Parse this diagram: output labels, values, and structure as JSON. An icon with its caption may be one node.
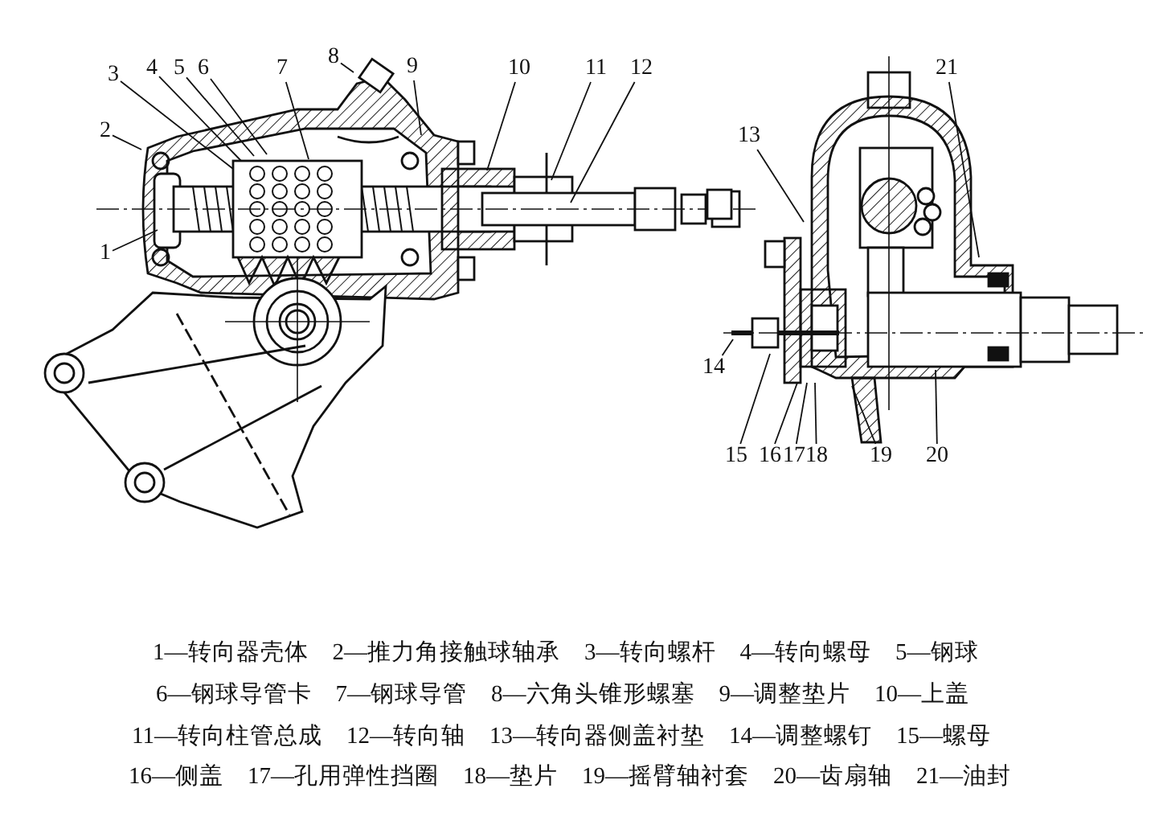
{
  "diagram": {
    "nodes": [
      {
        "text": [
          "1"
        ]
      },
      {
        "text": [
          "2"
        ]
      },
      {
        "text": [
          "3"
        ]
      },
      {
        "text": [
          "4"
        ]
      },
      {
        "text": [
          "5"
        ]
      },
      {
        "text": [
          "6"
        ]
      },
      {
        "text": [
          "7"
        ]
      },
      {
        "text": [
          "8"
        ]
      },
      {
        "text": [
          "9"
        ]
      },
      {
        "text": [
          "10"
        ]
      },
      {
        "text": [
          "11"
        ]
      },
      {
        "text": [
          "12"
        ]
      },
      {
        "text": [
          "13"
        ]
      },
      {
        "text": [
          "14"
        ]
      },
      {
        "text": [
          "15"
        ]
      },
      {
        "text": [
          "16"
        ]
      },
      {
        "text": [
          "17"
        ]
      },
      {
        "text": [
          "18"
        ]
      },
      {
        "text": [
          "19"
        ]
      },
      {
        "text": [
          "20"
        ]
      },
      {
        "text": [
          "21"
        ]
      }
    ],
    "edges": [
      {
        "from": 0,
        "to": null,
        "arrow": "none"
      },
      {
        "from": 1,
        "to": null,
        "arrow": "none"
      },
      {
        "from": 2,
        "to": null,
        "arrow": "none"
      },
      {
        "from": 3,
        "to": null,
        "arrow": "none"
      },
      {
        "from": 4,
        "to": null,
        "arrow": "none"
      },
      {
        "from": 5,
        "to": null,
        "arrow": "none"
      },
      {
        "from": 6,
        "to": null,
        "arrow": "none"
      },
      {
        "from": 7,
        "to": null,
        "arrow": "none"
      },
      {
        "from": 8,
        "to": null,
        "arrow": "none"
      },
      {
        "from": 9,
        "to": null,
        "arrow": "none"
      },
      {
        "from": 10,
        "to": null,
        "arrow": "none"
      },
      {
        "from": 11,
        "to": null,
        "arrow": "none"
      },
      {
        "from": 12,
        "to": null,
        "arrow": "none"
      },
      {
        "from": 13,
        "to": null,
        "arrow": "none"
      },
      {
        "from": 14,
        "to": null,
        "arrow": "none"
      },
      {
        "from": 15,
        "to": null,
        "arrow": "none"
      },
      {
        "from": 16,
        "to": null,
        "arrow": "none"
      },
      {
        "from": 17,
        "to": null,
        "arrow": "none"
      },
      {
        "from": 18,
        "to": null,
        "arrow": "none"
      },
      {
        "from": 19,
        "to": null,
        "arrow": "none"
      },
      {
        "from": 20,
        "to": null,
        "arrow": "none"
      }
    ],
    "labels": [
      "1—转向器壳体",
      "2—推力角接触球轴承",
      "3—转向螺杆",
      "4—转向螺母",
      "5—钢球",
      "6—钢球导管卡",
      "7—钢球导管",
      "8—六角头锥形螺塞",
      "9—调整垫片",
      "10—上盖",
      "11—转向柱管总成",
      "12—转向轴",
      "13—转向器侧盖衬垫",
      "14—调整螺钉",
      "15—螺母",
      "16—侧盖",
      "17—孔用弹性挡圈",
      "18—垫片",
      "19—摇臂轴衬套",
      "20—齿扇轴",
      "21—油封"
    ]
  }
}
